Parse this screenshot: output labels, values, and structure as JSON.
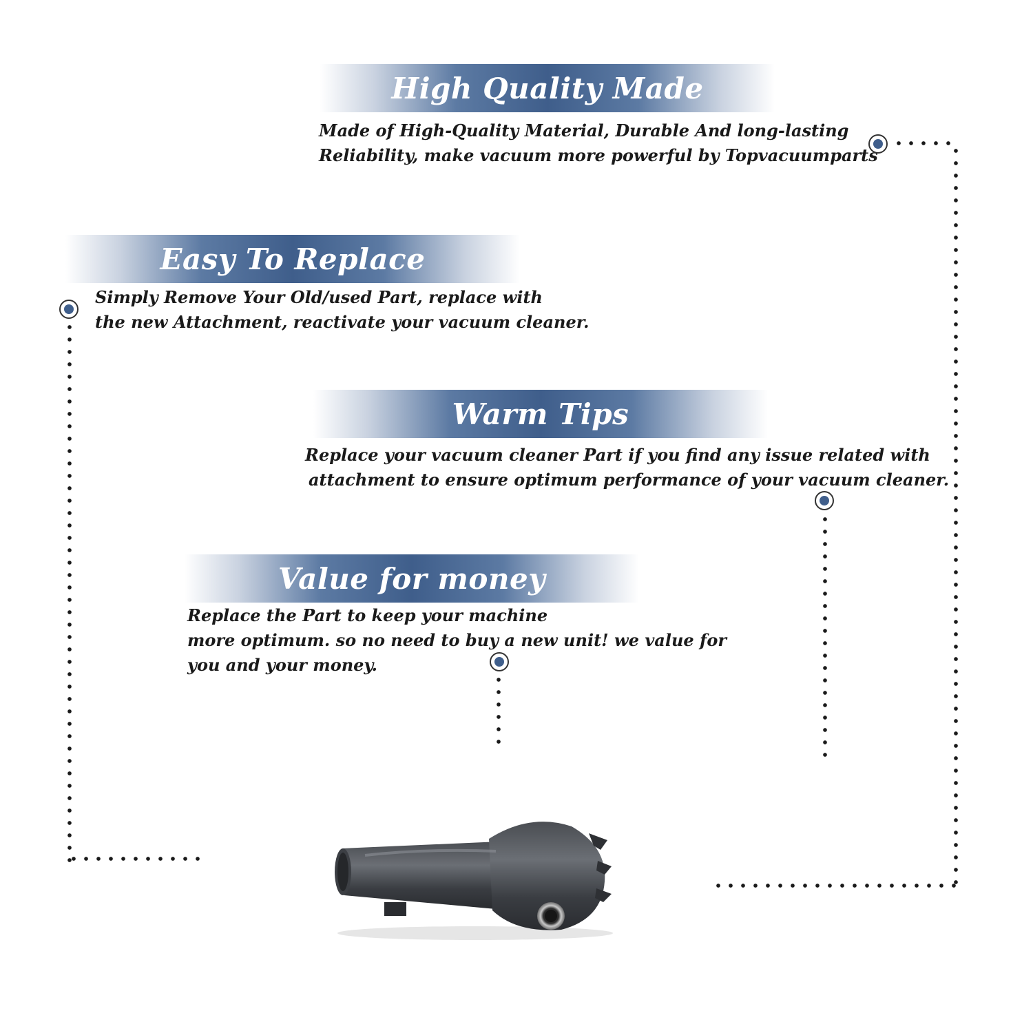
{
  "sections": [
    {
      "title": "High Quality Made",
      "lines": [
        "Made of  High-Quality Material, Durable And long-lasting",
        "Reliability, make vacuum more powerful by Topvacuumparts"
      ]
    },
    {
      "title": "Easy To Replace",
      "lines": [
        "Simply Remove Your Old/used Part, replace with",
        "the new Attachment, reactivate your vacuum cleaner."
      ]
    },
    {
      "title": "Warm Tips",
      "lines": [
        "Replace your vacuum cleaner Part if you find any issue related with",
        "attachment to ensure optimum performance of your vacuum cleaner."
      ]
    },
    {
      "title": "Value for money",
      "lines": [
        "Replace the Part to keep your machine",
        "more optimum. so no need to buy a new unit! we value for",
        "you and your money."
      ]
    }
  ],
  "colors": {
    "banner": "#3f5e8b",
    "marker": "#3f5e8b",
    "text": "#1a1a1a"
  },
  "product": {
    "icon": "vacuum-attachment-part-image"
  }
}
